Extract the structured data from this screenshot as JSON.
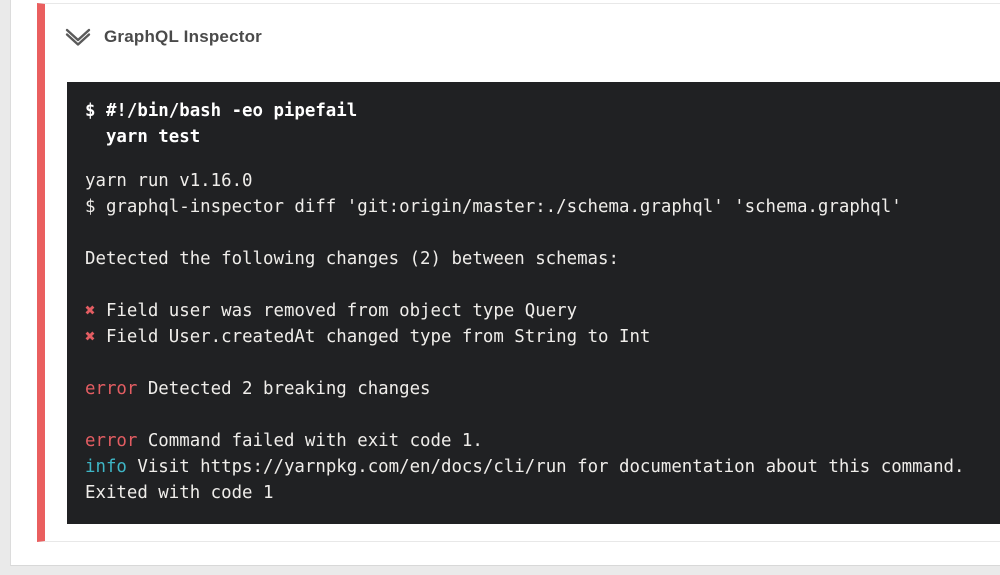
{
  "step": {
    "title": "GraphQL Inspector",
    "accent_color": "#ea5f5f",
    "chevron_icon": "double-chevron-down-icon"
  },
  "terminal": {
    "bg": "#202123",
    "colors": {
      "text": "#efedea",
      "red": "#e35d62",
      "cyan": "#3eb6c6"
    },
    "command_lines": [
      "$ #!/bin/bash -eo pipefail",
      "  yarn test"
    ],
    "output_lines": [
      [
        {
          "t": "yarn run v1.16.0"
        }
      ],
      [
        {
          "t": "$ graphql-inspector diff 'git:origin/master:./schema.graphql' 'schema.graphql'"
        }
      ],
      [],
      [
        {
          "t": "Detected the following changes (2) between schemas:"
        }
      ],
      [],
      [
        {
          "t": "✖",
          "c": "red"
        },
        {
          "t": " Field user was removed from object type Query"
        }
      ],
      [
        {
          "t": "✖",
          "c": "red"
        },
        {
          "t": " Field User.createdAt changed type from String to Int"
        }
      ],
      [],
      [
        {
          "t": "error",
          "c": "red"
        },
        {
          "t": " Detected 2 breaking changes"
        }
      ],
      [],
      [
        {
          "t": "error",
          "c": "red"
        },
        {
          "t": " Command failed with exit code 1."
        }
      ],
      [
        {
          "t": "info",
          "c": "cyan"
        },
        {
          "t": " Visit https://yarnpkg.com/en/docs/cli/run for documentation about this command."
        }
      ],
      [
        {
          "t": "Exited with code 1"
        }
      ]
    ]
  }
}
